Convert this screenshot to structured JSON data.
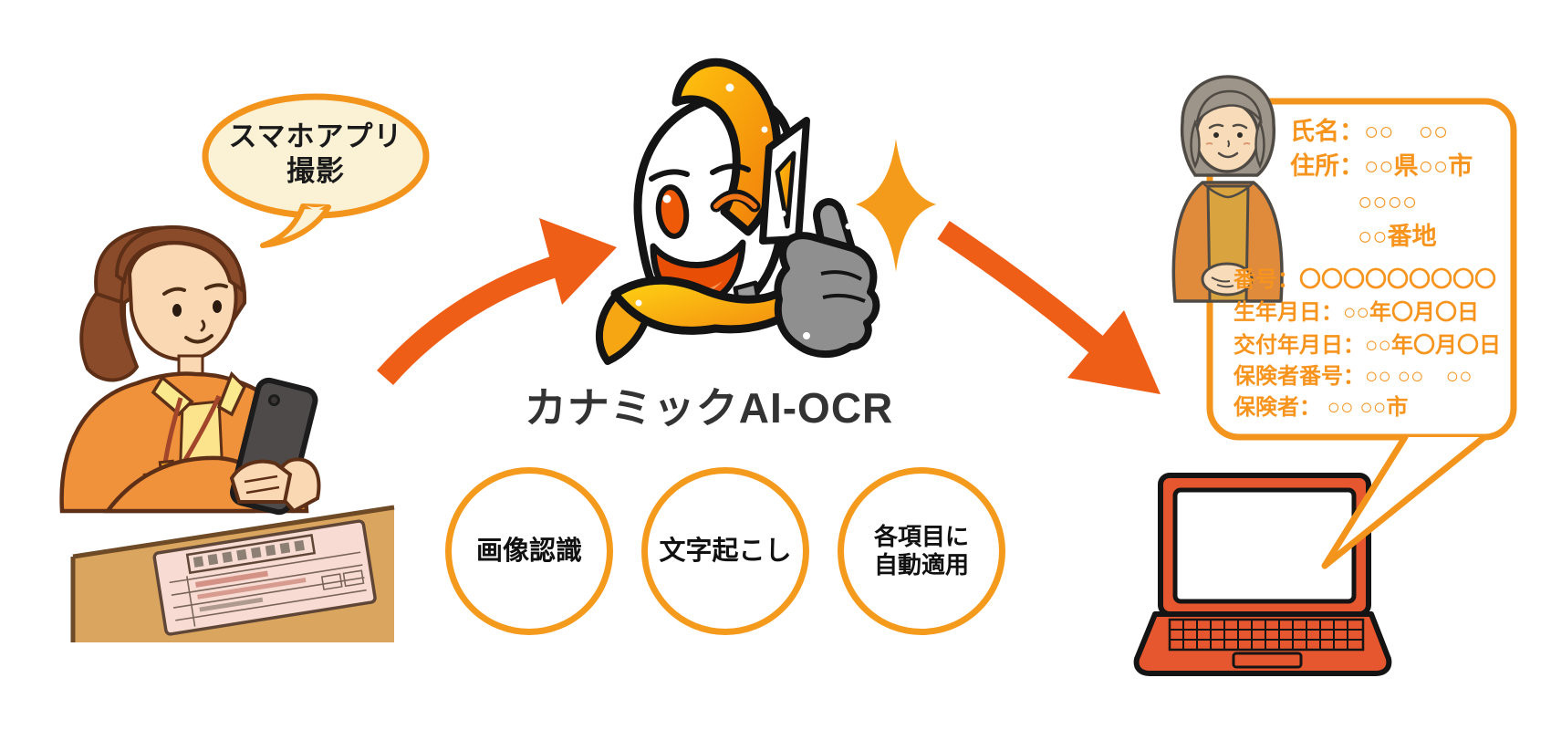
{
  "page": {
    "background": "#FFFFFF"
  },
  "colors": {
    "accent_orange": "#F3961D",
    "arrow_orange": "#EE5E17",
    "result_text_orange": "#F6941E",
    "bubble_cream": "#FBF2D6",
    "laptop_orange_red": "#E6572F",
    "title_dark": "#333333"
  },
  "photo_bubble": {
    "line1": "スマホアプリ",
    "line2": "撮影"
  },
  "product": {
    "title": "カナミックAI-OCR"
  },
  "steps": {
    "step1": "画像認識",
    "step2": "文字起こし",
    "step3_line1": "各項目に",
    "step3_line2": "自動適用"
  },
  "result_bubble": {
    "name_line": "氏名：○○　○○",
    "address_line": "住所：○○県○○市",
    "address_line2": "○○○○",
    "address_line3": "○○番地",
    "number_line": "番号：〇〇〇〇〇〇〇〇〇",
    "birth_line": "生年月日：○○年〇月〇日",
    "issue_line": "交付年月日：○○年〇月〇日",
    "insurer_number_line": "保険者番号：○○ ○○　○○",
    "insurer_line": "保険者： ○○ ○○市"
  },
  "icons": {
    "worker": "woman-photographing-card-with-smartphone",
    "mascot": "kanamic-ai-ocr-robot-mascot",
    "sparkle": "sparkle",
    "senior": "elderly-woman",
    "laptop": "laptop",
    "arrows": "orange-curved-arrows"
  }
}
